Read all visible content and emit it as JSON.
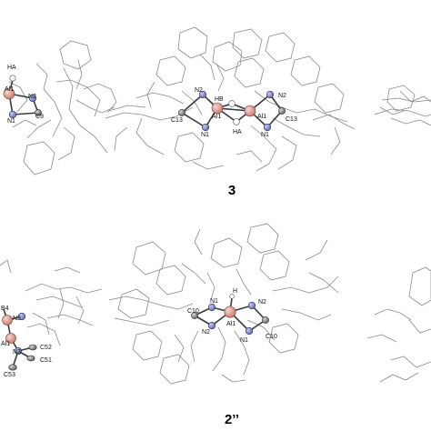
{
  "palette": {
    "aluminum": "#d99a8e",
    "nitrogen": "#7f84c6",
    "carbon": "#808080",
    "hydrogen": "#ffffff",
    "wireframe": "#8a8a8a"
  },
  "captions": {
    "compound_3": "3",
    "compound_2pp": "2’’"
  },
  "panel_top_left": {
    "HA": "HA",
    "Al1": "Al1",
    "N2": "N2",
    "N1": "N1",
    "C9": "C9"
  },
  "panel_top_center": {
    "N2_left": "N2",
    "HB": "HB",
    "Al1_left": "Al1",
    "C13_left": "C13",
    "N1_left": "N1",
    "HA": "HA",
    "Al1_right": "Al1",
    "N2_right": "N2",
    "C13_right": "C13",
    "N1_right": "N1"
  },
  "panel_bottom_left": {
    "B4": "B4",
    "N2": "N2",
    "Al1": "Al1",
    "N3": "N3",
    "C52": "C52",
    "C51": "C51",
    "C53": "C53"
  },
  "panel_bottom_center": {
    "H": "H",
    "N1_left": "N1",
    "C10_left": "C10",
    "N2_left": "N2",
    "Al1": "Al1",
    "N2_right": "N2",
    "N1_right": "N1",
    "C10_right": "C10"
  }
}
